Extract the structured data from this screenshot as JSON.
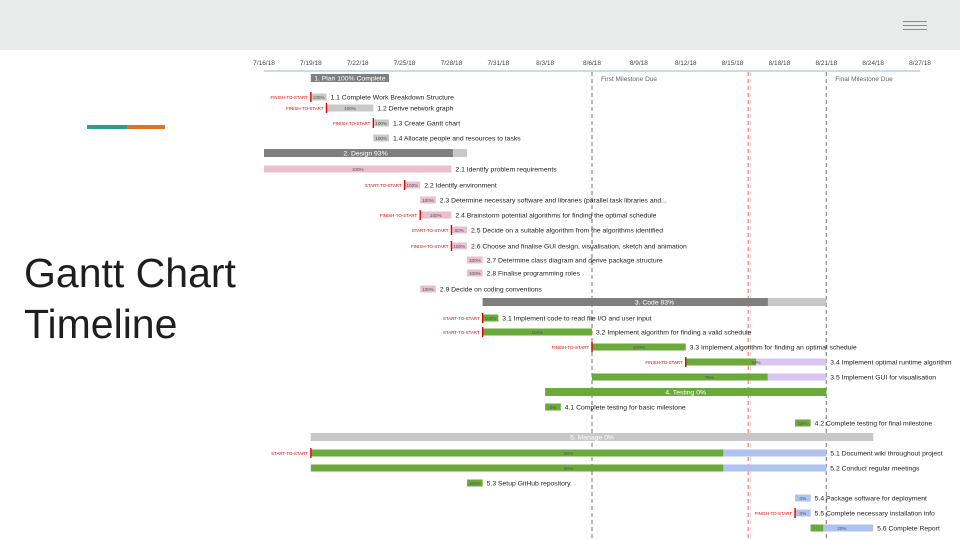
{
  "slide": {
    "title_line1": "Gantt Chart",
    "title_line2": "Timeline",
    "accent_colors": [
      "#2a9d8f",
      "#e76f1f"
    ],
    "menu_icon": "hamburger-menu-icon"
  },
  "colors": {
    "summary": "#7f7f7f",
    "summary_light": "#c8c8c8",
    "pink": "#eabfcf",
    "green": "#6aaa3a",
    "lavender": "#d9c6ef",
    "blue": "#aec3f0",
    "gray_task": "#c8c8c8",
    "dependency": "#e00000",
    "milestone_line": "#888888",
    "today_line": "#e46a6a"
  },
  "chart_data": {
    "type": "gantt",
    "x_tick_labels": [
      "7/16/18",
      "7/19/18",
      "7/22/18",
      "7/25/18",
      "7/28/18",
      "7/31/18",
      "8/3/18",
      "8/6/18",
      "8/9/18",
      "8/12/18",
      "8/15/18",
      "8/18/18",
      "8/21/18",
      "8/24/18",
      "8/27/18"
    ],
    "x_range": [
      "2018-07-16",
      "2018-08-27"
    ],
    "milestones": [
      {
        "label": "First Milestone Due",
        "date": "2018-08-06"
      },
      {
        "label": "Final Milestone Due",
        "date": "2018-08-21"
      }
    ],
    "today_marker": "2018-08-16",
    "tasks": [
      {
        "label": "1. Plan 100% Complete",
        "start": "2018-07-19",
        "end": "2018-07-24",
        "kind": "summary",
        "style": "summary"
      },
      {
        "label": "1.1 Complete Work Breakdown Structure",
        "start": "2018-07-19",
        "end": "2018-07-20",
        "pct": "100%",
        "style": "gray_task",
        "dep": "FINISH-TO-START"
      },
      {
        "label": "1.2 Derive network graph",
        "start": "2018-07-20",
        "end": "2018-07-23",
        "pct": "100%",
        "style": "gray_task",
        "dep": "FINISH-TO-START"
      },
      {
        "label": "1.3 Create Gantt chart",
        "start": "2018-07-23",
        "end": "2018-07-24",
        "pct": "100%",
        "style": "gray_task",
        "dep": "FINISH-TO-START"
      },
      {
        "label": "1.4 Allocate people and resources to tasks",
        "start": "2018-07-23",
        "end": "2018-07-24",
        "pct": "100%",
        "style": "gray_task"
      },
      {
        "label": "2. Design 93%",
        "start": "2018-07-16",
        "end": "2018-07-29",
        "kind": "summary",
        "progress": 0.93,
        "style": "summary"
      },
      {
        "label": "2.1 Identify problem requirements",
        "start": "2018-07-16",
        "end": "2018-07-28",
        "pct": "100%",
        "style": "pink"
      },
      {
        "label": "2.2 Identify environment",
        "start": "2018-07-25",
        "end": "2018-07-26",
        "pct": "100%",
        "style": "pink",
        "dep": "START-TO-START"
      },
      {
        "label": "2.3 Determine necessary software and libraries (parallel task libraries and...",
        "start": "2018-07-26",
        "end": "2018-07-27",
        "pct": "100%",
        "style": "pink"
      },
      {
        "label": "2.4 Brainstorm potential algorithms for finding the optimal schedule",
        "start": "2018-07-26",
        "end": "2018-07-28",
        "pct": "100%",
        "style": "pink",
        "dep": "FINISH-TO-START"
      },
      {
        "label": "2.5 Decide on a suitable algorithm from the algorithms identified",
        "start": "2018-07-28",
        "end": "2018-07-29",
        "pct": "50%",
        "style": "pink",
        "dep": "START-TO-START"
      },
      {
        "label": "2.6 Choose and finalise GUI design, visualisation, sketch and animation",
        "start": "2018-07-28",
        "end": "2018-07-29",
        "pct": "100%",
        "style": "pink",
        "dep": "FINISH-TO-START"
      },
      {
        "label": "2.7 Determine class diagram and derive package structure",
        "start": "2018-07-29",
        "end": "2018-07-30",
        "pct": "100%",
        "style": "pink"
      },
      {
        "label": "2.8 Finalise programming roles",
        "start": "2018-07-29",
        "end": "2018-07-30",
        "pct": "100%",
        "style": "pink"
      },
      {
        "label": "2.9 Decide on coding conventions",
        "start": "2018-07-26",
        "end": "2018-07-27",
        "pct": "100%",
        "style": "pink"
      },
      {
        "label": "3. Code 83%",
        "start": "2018-07-30",
        "end": "2018-08-21",
        "kind": "summary",
        "progress": 0.83,
        "style": "summary"
      },
      {
        "label": "3.1 Implement code to read file I/O and user input",
        "start": "2018-07-30",
        "end": "2018-07-31",
        "pct": "100%",
        "style": "green",
        "dep": "START-TO-START"
      },
      {
        "label": "3.2 Implement algorithm for finding a valid schedule",
        "start": "2018-07-30",
        "end": "2018-08-06",
        "pct": "100%",
        "style": "green",
        "dep": "START-TO-START"
      },
      {
        "label": "3.3 Implement algorithm for finding an optimal schedule",
        "start": "2018-08-06",
        "end": "2018-08-12",
        "pct": "100%",
        "style": "green",
        "dep": "FINISH-TO-START"
      },
      {
        "label": "3.4 Implement optimal runtime algorithm",
        "start": "2018-08-12",
        "end": "2018-08-21",
        "pct": "50%",
        "progress": 0.5,
        "style": "green",
        "rest": "lavender",
        "dep": "FINISH-TO-START"
      },
      {
        "label": "3.5 Implement GUI for visualisation",
        "start": "2018-08-06",
        "end": "2018-08-21",
        "pct": "75%",
        "progress": 0.75,
        "style": "green",
        "rest": "lavender"
      },
      {
        "label": "4. Testing 0%",
        "start": "2018-08-03",
        "end": "2018-08-21",
        "kind": "summary",
        "progress": 0.0,
        "style": "green_summary"
      },
      {
        "label": "4.1 Complete testing for basic milestone",
        "start": "2018-08-03",
        "end": "2018-08-04",
        "pct": "0%",
        "style": "green"
      },
      {
        "label": "4.2 Complete testing for final milestone",
        "start": "2018-08-19",
        "end": "2018-08-20",
        "pct": "50%",
        "style": "green"
      },
      {
        "label": "5. Manage 0%",
        "start": "2018-07-19",
        "end": "2018-08-24",
        "kind": "summary",
        "progress": 0.0,
        "style": "summary_light"
      },
      {
        "label": "5.1 Document wiki throughout project",
        "start": "2018-07-19",
        "end": "2018-08-21",
        "pct": "80%",
        "progress": 0.8,
        "style": "green",
        "rest": "blue",
        "dep": "START-TO-START"
      },
      {
        "label": "5.2 Conduct regular meetings",
        "start": "2018-07-19",
        "end": "2018-08-21",
        "pct": "80%",
        "progress": 0.8,
        "style": "green",
        "rest": "blue"
      },
      {
        "label": "5.3 Setup GitHub repository",
        "start": "2018-07-29",
        "end": "2018-07-30",
        "pct": "100%",
        "style": "green"
      },
      {
        "label": "5.4 Package software for deployment",
        "start": "2018-08-19",
        "end": "2018-08-20",
        "pct": "0%",
        "style": "blue"
      },
      {
        "label": "5.5 Complete necessary installation info",
        "start": "2018-08-19",
        "end": "2018-08-20",
        "pct": "0%",
        "style": "blue",
        "dep": "FINISH-TO-START"
      },
      {
        "label": "5.6 Complete Report",
        "start": "2018-08-20",
        "end": "2018-08-24",
        "pct": "20%",
        "progress": 0.2,
        "style": "green",
        "rest": "blue"
      }
    ]
  }
}
